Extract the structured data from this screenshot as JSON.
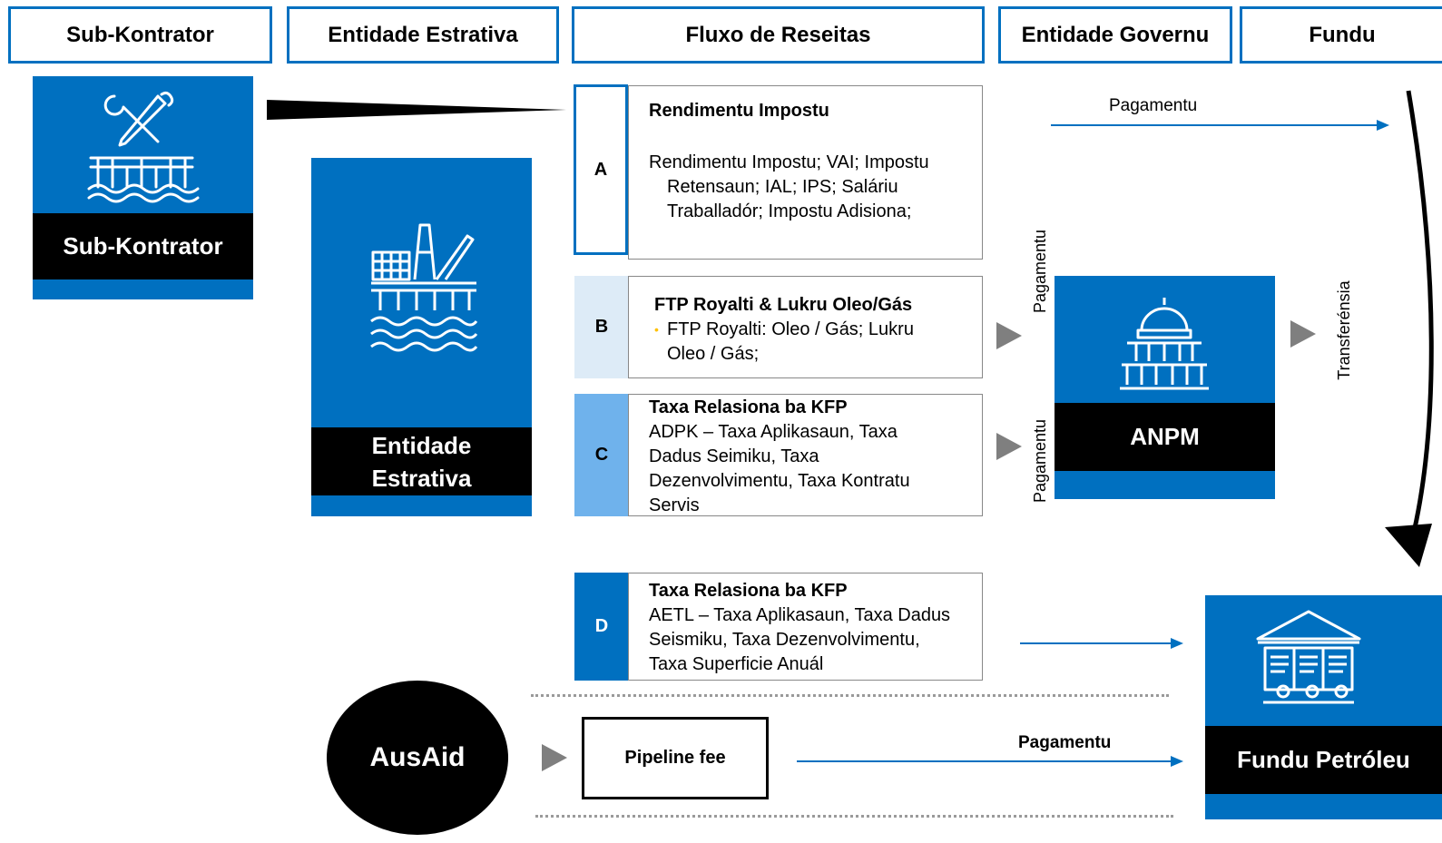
{
  "headers": {
    "sub_kontrator": "Sub-Kontrator",
    "entidade_estrativa": "Entidade Estrativa",
    "fluxo": "Fluxo de Reseitas",
    "entidade_governu": "Entidade Governu",
    "fundu": "Fundu"
  },
  "entities": {
    "sub_kontrator": "Sub-Kontrator",
    "entidade_estrativa_l1": "Entidade",
    "entidade_estrativa_l2": "Estrativa",
    "anpm": "ANPM",
    "fundu_petroleu": "Fundu Petróleu",
    "ausaid": "AusAid"
  },
  "flows": {
    "a": {
      "tab": "A",
      "title": "Rendimentu Impostu",
      "line1": "Rendimentu Impostu; VAI; Impostu",
      "line2": "Retensaun; IAL; IPS; Saláriu",
      "line3": "Traballadór; Impostu Adisiona;"
    },
    "b": {
      "tab": "B",
      "title": "FTP Royalti & Lukru Oleo/Gás",
      "line1": "FTP Royalti: Oleo / Gás; Lukru",
      "line2": "Oleo / Gás;"
    },
    "c": {
      "tab": "C",
      "title": "Taxa Relasiona ba KFP",
      "line1": "ADPK – Taxa Aplikasaun, Taxa",
      "line2": "Dadus Seimiku, Taxa",
      "line3": "Dezenvolvimentu, Taxa Kontratu",
      "line4": "Servis"
    },
    "d": {
      "tab": "D",
      "title": "Taxa Relasiona ba KFP",
      "line1": "AETL – Taxa Aplikasaun, Taxa Dadus",
      "line2": "Seismiku, Taxa Dezenvolvimentu,",
      "line3": "Taxa Superficie Anuál"
    },
    "pipeline": "Pipeline fee"
  },
  "arrow_labels": {
    "pagamentu_top": "Pagamentu",
    "pagamentu_b": "Pagamentu",
    "pagamentu_c": "Pagamentu",
    "transferensia": "Transferénsia",
    "pagamentu_bottom": "Pagamentu"
  },
  "colors": {
    "primary": "#0070c0",
    "black": "#000000",
    "light_tab": "#ddebf7",
    "mid_tab": "#6fb2ec",
    "arrow_grey": "#7f7f7f"
  }
}
